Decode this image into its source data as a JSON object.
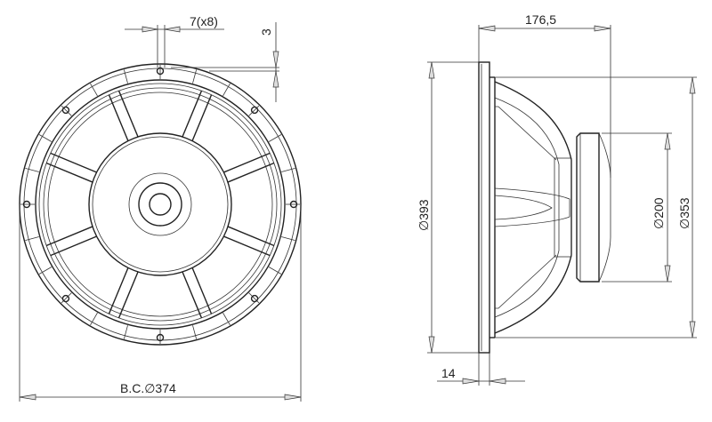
{
  "title": "Loudspeaker dimension drawing",
  "front_view": {
    "hole_width_label": "7(x8)",
    "hole_offset_label": "3",
    "bolt_circle_label": "B.C.∅374"
  },
  "side_view": {
    "depth_label": "176,5",
    "outer_diameter_label": "∅393",
    "magnet_diameter_label": "∅200",
    "basket_diameter_label": "∅353",
    "flange_thickness_label": "14"
  }
}
